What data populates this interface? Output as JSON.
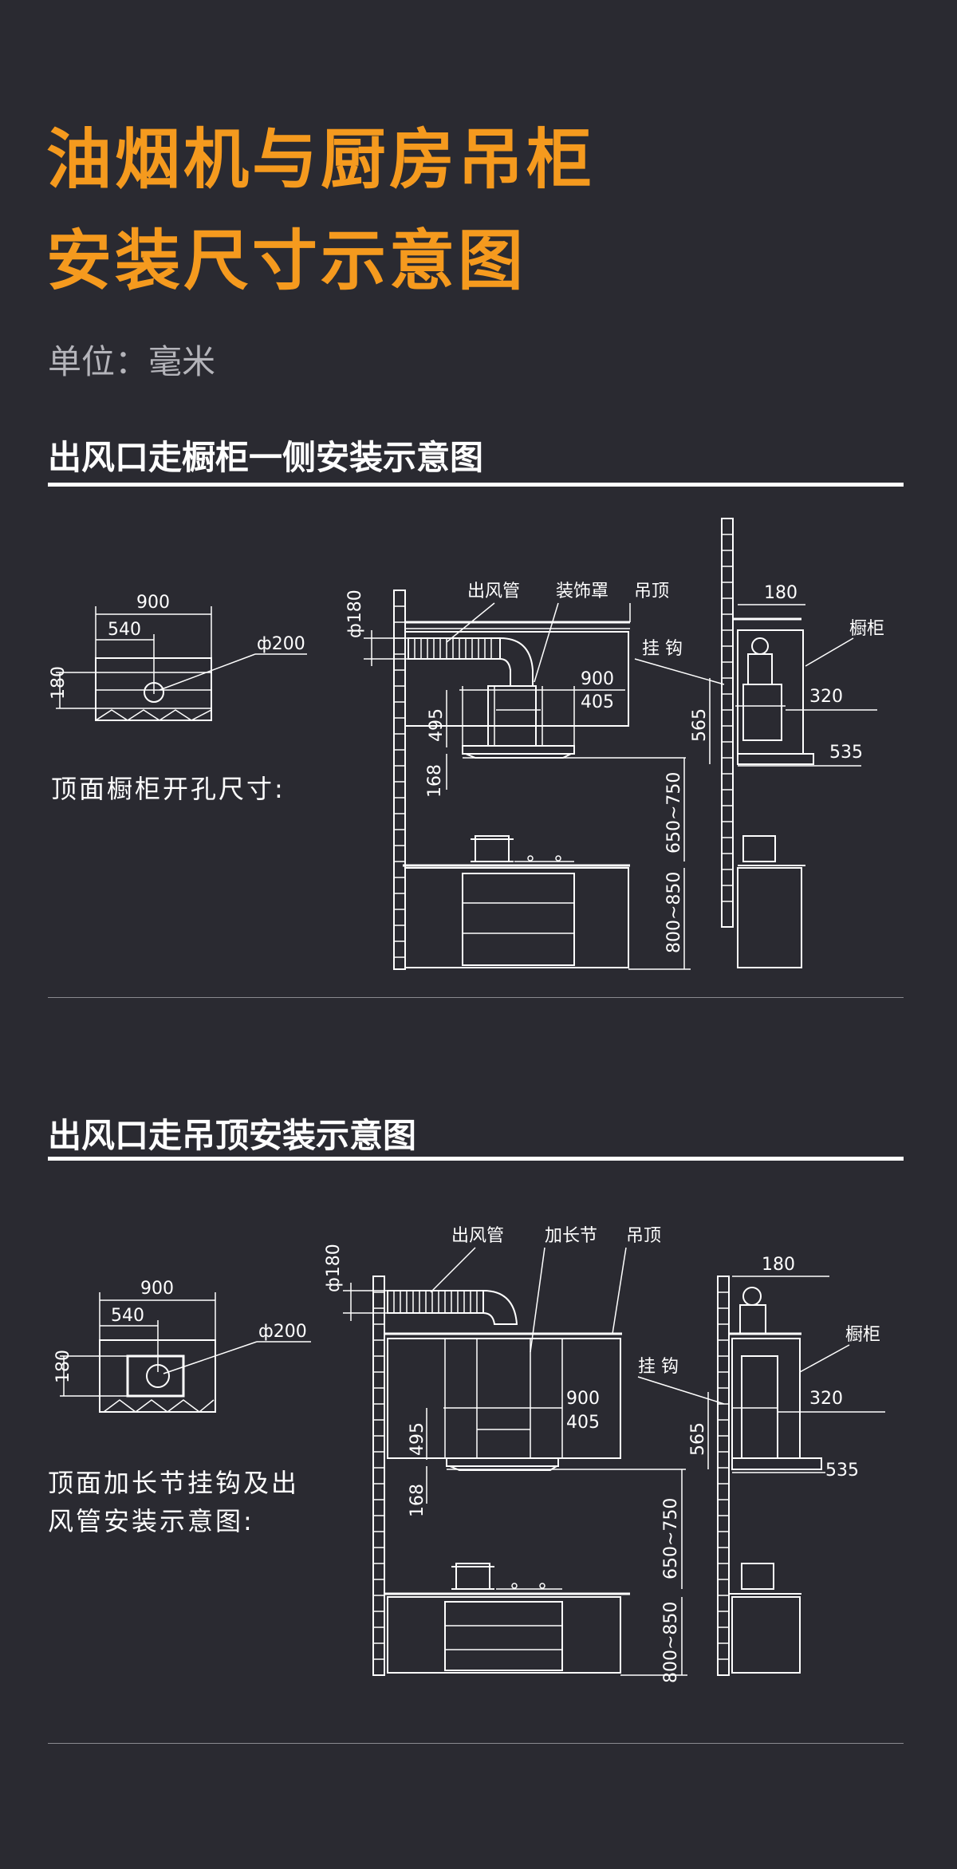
{
  "title": {
    "line1": "油烟机与厨房吊柜",
    "line2": "安装尺寸示意图"
  },
  "unit": "单位：毫米",
  "section1": {
    "heading": "出风口走橱柜一侧安装示意图",
    "top_view": {
      "w900": "900",
      "w540": "540",
      "h180": "180",
      "phi200": "ф200"
    },
    "note": "顶面橱柜开孔尺寸:",
    "labels": {
      "duct": "出风管",
      "cover": "装饰罩",
      "ceiling": "吊顶",
      "hook": "挂 钩",
      "cabinet": "橱柜"
    },
    "dims": {
      "phi180": "ф180",
      "d900": "900",
      "d405": "405",
      "d495": "495",
      "d168": "168",
      "d650_750": "650~750",
      "d800_850": "800~850",
      "s180": "180",
      "s320": "320",
      "s565": "565",
      "s535": "535"
    }
  },
  "section2": {
    "heading": "出风口走吊顶安装示意图",
    "top_view": {
      "w900": "900",
      "w540": "540",
      "h180": "180",
      "phi200": "ф200"
    },
    "note_line1": "顶面加长节挂钩及出",
    "note_line2": "风管安装示意图:",
    "labels": {
      "duct": "出风管",
      "ext": "加长节",
      "ceiling": "吊顶",
      "hook": "挂 钩",
      "cabinet": "橱柜"
    },
    "dims": {
      "phi180": "ф180",
      "d900": "900",
      "d405": "405",
      "d495": "495",
      "d168": "168",
      "d650_750": "650~750",
      "d800_850": "800~850",
      "s180": "180",
      "s320": "320",
      "s565": "565",
      "s535": "535"
    }
  }
}
